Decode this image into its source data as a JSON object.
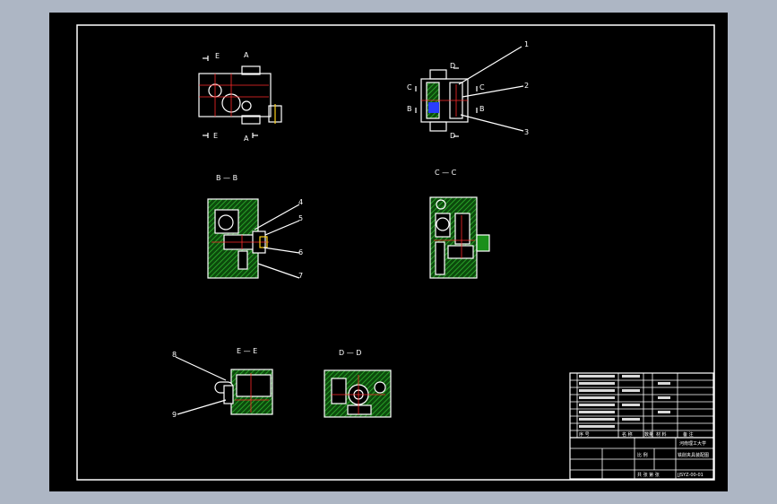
{
  "colors": {
    "background": "#adb6c4",
    "sheet": "#000000",
    "line": "#ffffff",
    "hatch": "#1a8f1a",
    "centerline": "#ff2a2a",
    "accent_blue": "#2a3cff",
    "accent_yellow": "#ffd21a"
  },
  "views": {
    "top_left": {
      "sec_e_top": "E",
      "sec_a_top": "A",
      "sec_e_bottom": "E",
      "sec_a_bottom": "A"
    },
    "top_right": {
      "sec_c_left": "C",
      "sec_c_right": "C",
      "sec_b_left": "B",
      "sec_b_right": "B",
      "sec_d_top": "D",
      "sec_d_bottom": "D"
    },
    "bb": {
      "title": "B — B"
    },
    "cc": {
      "title": "C — C"
    },
    "ee": {
      "title": "E — E"
    },
    "dd": {
      "title": "D — D"
    }
  },
  "callouts": [
    "1",
    "2",
    "3",
    "4",
    "5",
    "6",
    "7",
    "8",
    "9"
  ],
  "title_block": {
    "header_seq": "序 号",
    "header_name": "名 称",
    "header_qty": "数量",
    "header_material": "材 料",
    "header_remark": "备 注",
    "university": "河南理工大学",
    "drawing_title": "铣削夹具装配图",
    "drawing_no": "JJSYZ-00-01",
    "scale_label": "比 例",
    "sheet_label": "共 张 第 张"
  }
}
